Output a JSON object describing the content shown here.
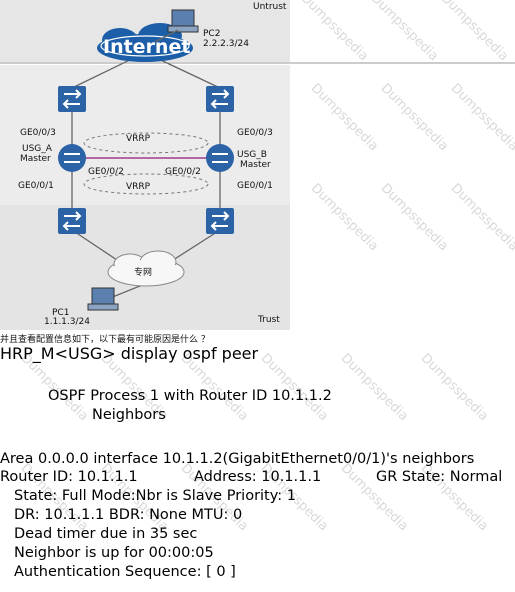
{
  "diagram": {
    "untrust_label": "Untrust",
    "trust_label": "Trust",
    "internet_label": "Internet",
    "pc2": {
      "name": "PC2",
      "ip": "2.2.2.3/24"
    },
    "pc1": {
      "name": "PC1",
      "ip": "1.1.1.3/24"
    },
    "cloud_label": "专网",
    "usg_a": {
      "name": "USG_A",
      "role": "Master",
      "port_up": "GE0/0/3",
      "port_down": "GE0/0/1",
      "port_link": "GE0/0/2"
    },
    "usg_b": {
      "name": "USG_B",
      "role": "Master",
      "port_up": "GE0/0/3",
      "port_down": "GE0/0/1",
      "port_link": "GE0/0/2"
    },
    "vrrp_top": "VRRP",
    "vrrp_bottom": "VRRP"
  },
  "watermark": "Dumpsspedia",
  "caption": "并且查看配置信息如下，以下最有可能原因是什么 ？",
  "command": "HRP_M<USG> display ospf peer",
  "output": {
    "process_line": "OSPF Process 1 with Router ID 10.1.1.2",
    "neighbors_line": "Neighbors",
    "area_line": "Area 0.0.0.0 interface 10.1.1.2(GigabitEthernet0/0/1)'s neighbors",
    "router_id": "Router ID: 10.1.1.1",
    "address": "Address: 10.1.1.1",
    "gr_state": "GR State: Normal",
    "state_line": "State: Full  Mode:Nbr is  Slave  Priority: 1",
    "dr_line": "DR: 10.1.1.1  BDR: None   MTU: 0",
    "dead_timer": "Dead timer due in  35  sec",
    "neighbor_up": "Neighbor is up for 00:00:05",
    "auth_seq": "Authentication Sequence: [ 0 ]"
  },
  "colors": {
    "zone_bg": "#e8e8e8",
    "internet_blue": "#1c5fa8",
    "device_blue": "#2c62a6",
    "link_magenta": "#a03c8c"
  }
}
